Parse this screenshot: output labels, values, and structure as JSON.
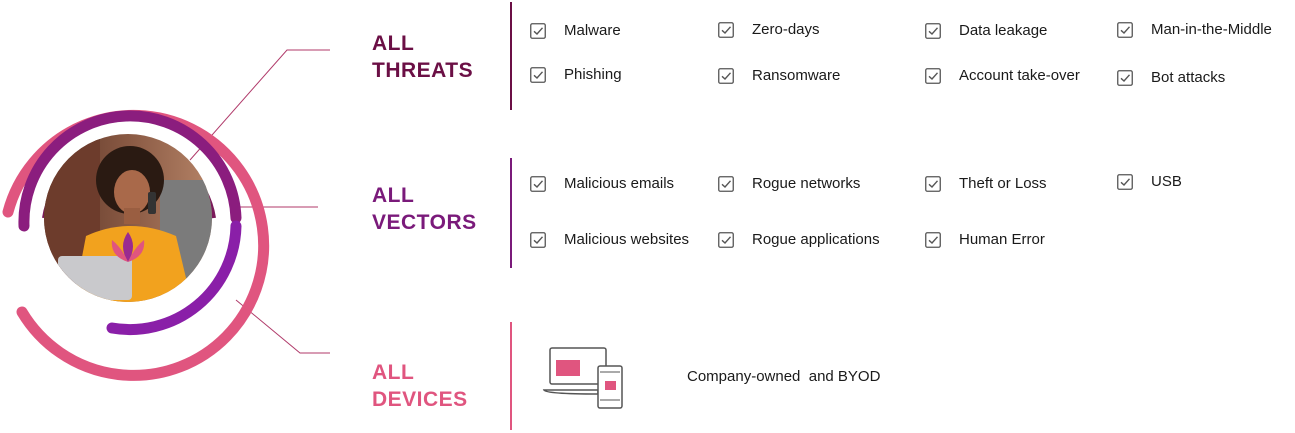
{
  "sections": {
    "threats": {
      "title_line1": "ALL",
      "title_line2": "THREATS",
      "color": "#6b0f45"
    },
    "vectors": {
      "title_line1": "ALL",
      "title_line2": "VECTORS",
      "color": "#7a1a7a"
    },
    "devices": {
      "title_line1": "ALL",
      "title_line2": "DEVICES",
      "color": "#e0557f"
    }
  },
  "threats": [
    "Malware",
    "Zero-days",
    "Data leakage",
    "Man-in-the-Middle",
    "Phishing",
    "Ransomware",
    "Account take-over",
    "Bot attacks"
  ],
  "vectors": [
    "Malicious emails",
    "Rogue networks",
    "Theft or Loss",
    "USB",
    "Malicious websites",
    "Rogue applications",
    "Human Error"
  ],
  "devices": {
    "text": "Company-owned  and BYOD",
    "icon": "laptop-phone-icon"
  },
  "colors": {
    "pink": "#e0557f",
    "purple": "#8a1fa8",
    "plum": "#6b0f45",
    "check": "#555555"
  }
}
